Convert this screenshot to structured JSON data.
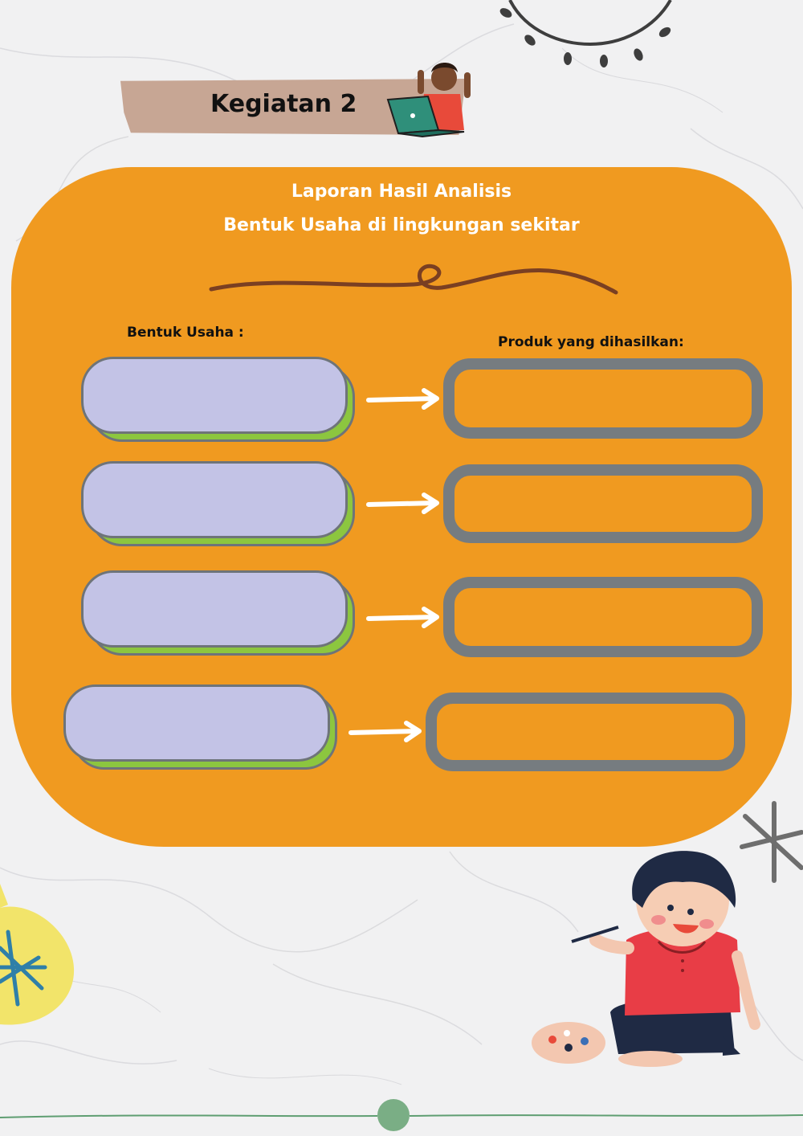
{
  "header": {
    "title": "Kegiatan 2"
  },
  "report": {
    "title_line1": "Laporan Hasil Analisis",
    "title_line2": "Bentuk Usaha di lingkungan sekitar"
  },
  "columns": {
    "left_label": "Bentuk Usaha :",
    "right_label": "Produk yang dihasilkan:"
  },
  "rows": [
    {
      "business_form": "",
      "product": ""
    },
    {
      "business_form": "",
      "product": ""
    },
    {
      "business_form": "",
      "product": ""
    },
    {
      "business_form": "",
      "product": ""
    }
  ],
  "colors": {
    "panel": "#f09a20",
    "entry_fill": "#c3c3e6",
    "entry_shadow": "#8cc63f",
    "outline": "#767c80"
  }
}
